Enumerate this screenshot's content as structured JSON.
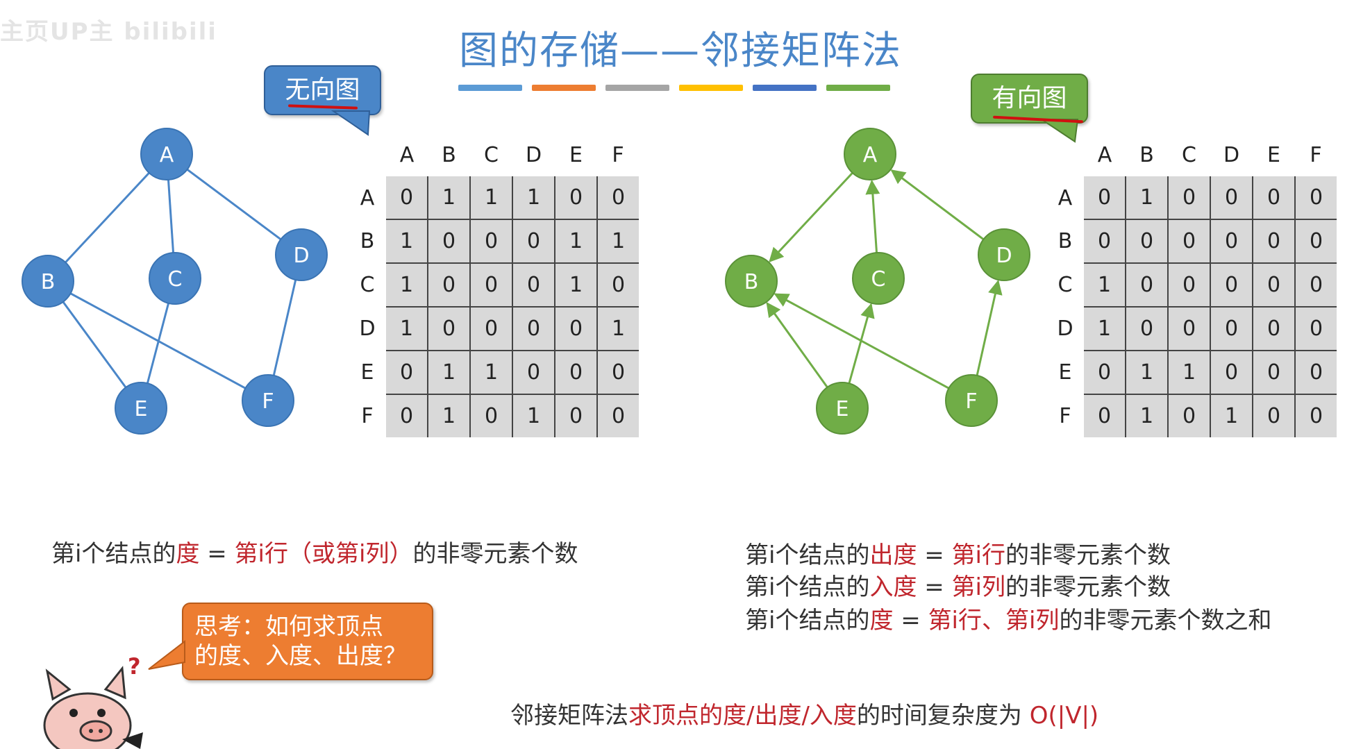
{
  "watermark": "主页UP主 bilibili",
  "title": "图的存储——邻接矩阵法",
  "color_bars": [
    "#5b9bd5",
    "#ed7d31",
    "#a5a5a5",
    "#ffc000",
    "#4472c4",
    "#70ad47"
  ],
  "callouts": {
    "undirected": "无向图",
    "directed": "有向图",
    "think_line1": "思考：如何求顶点",
    "think_line2": "的度、入度、出度？"
  },
  "colors": {
    "blue_node": "#4a86c8",
    "green_node": "#70ad47",
    "red_text": "#c0262d",
    "orange": "#ed7d31"
  },
  "vertices": [
    "A",
    "B",
    "C",
    "D",
    "E",
    "F"
  ],
  "undirected_graph": {
    "edges": [
      [
        "A",
        "B"
      ],
      [
        "A",
        "C"
      ],
      [
        "A",
        "D"
      ],
      [
        "B",
        "E"
      ],
      [
        "B",
        "F"
      ],
      [
        "C",
        "E"
      ],
      [
        "D",
        "F"
      ]
    ]
  },
  "directed_graph": {
    "edges": [
      [
        "A",
        "B"
      ],
      [
        "C",
        "A"
      ],
      [
        "D",
        "A"
      ],
      [
        "E",
        "B"
      ],
      [
        "E",
        "C"
      ],
      [
        "F",
        "B"
      ],
      [
        "F",
        "D"
      ]
    ]
  },
  "undirected_matrix": {
    "rows": [
      "A",
      "B",
      "C",
      "D",
      "E",
      "F"
    ],
    "cols": [
      "A",
      "B",
      "C",
      "D",
      "E",
      "F"
    ],
    "values": [
      [
        "0",
        "1",
        "1",
        "1",
        "0",
        "0"
      ],
      [
        "1",
        "0",
        "0",
        "0",
        "1",
        "1"
      ],
      [
        "1",
        "0",
        "0",
        "0",
        "1",
        "0"
      ],
      [
        "1",
        "0",
        "0",
        "0",
        "0",
        "1"
      ],
      [
        "0",
        "1",
        "1",
        "0",
        "0",
        "0"
      ],
      [
        "0",
        "1",
        "0",
        "1",
        "0",
        "0"
      ]
    ]
  },
  "directed_matrix": {
    "rows": [
      "A",
      "B",
      "C",
      "D",
      "E",
      "F"
    ],
    "cols": [
      "A",
      "B",
      "C",
      "D",
      "E",
      "F"
    ],
    "values": [
      [
        "0",
        "1",
        "0",
        "0",
        "0",
        "0"
      ],
      [
        "0",
        "0",
        "0",
        "0",
        "0",
        "0"
      ],
      [
        "1",
        "0",
        "0",
        "0",
        "0",
        "0"
      ],
      [
        "1",
        "0",
        "0",
        "0",
        "0",
        "0"
      ],
      [
        "0",
        "1",
        "1",
        "0",
        "0",
        "0"
      ],
      [
        "0",
        "1",
        "0",
        "1",
        "0",
        "0"
      ]
    ]
  },
  "formulas": {
    "undirected_degree": {
      "a": "第i个结点的",
      "b": "度",
      "c": " = ",
      "d": "第i行（或第i列）",
      "e": "的非零元素个数"
    },
    "out_degree": {
      "a": "第i个结点的",
      "b": "出度",
      "c": " = ",
      "d": "第i行",
      "e": "的非零元素个数"
    },
    "in_degree": {
      "a": "第i个结点的",
      "b": "入度",
      "c": " = ",
      "d": "第i列",
      "e": "的非零元素个数"
    },
    "directed_degree": {
      "a": "第i个结点的",
      "b": "度",
      "c": " = ",
      "d": "第i行",
      "e": "、",
      "f": "第i列",
      "g": "的非零元素个数之和"
    },
    "complexity": {
      "a": "邻接矩阵法",
      "b": "求顶点的度/出度/入度",
      "c": "的时间复杂度为 ",
      "d": "O(|V|)"
    }
  },
  "pig_mark": "?"
}
